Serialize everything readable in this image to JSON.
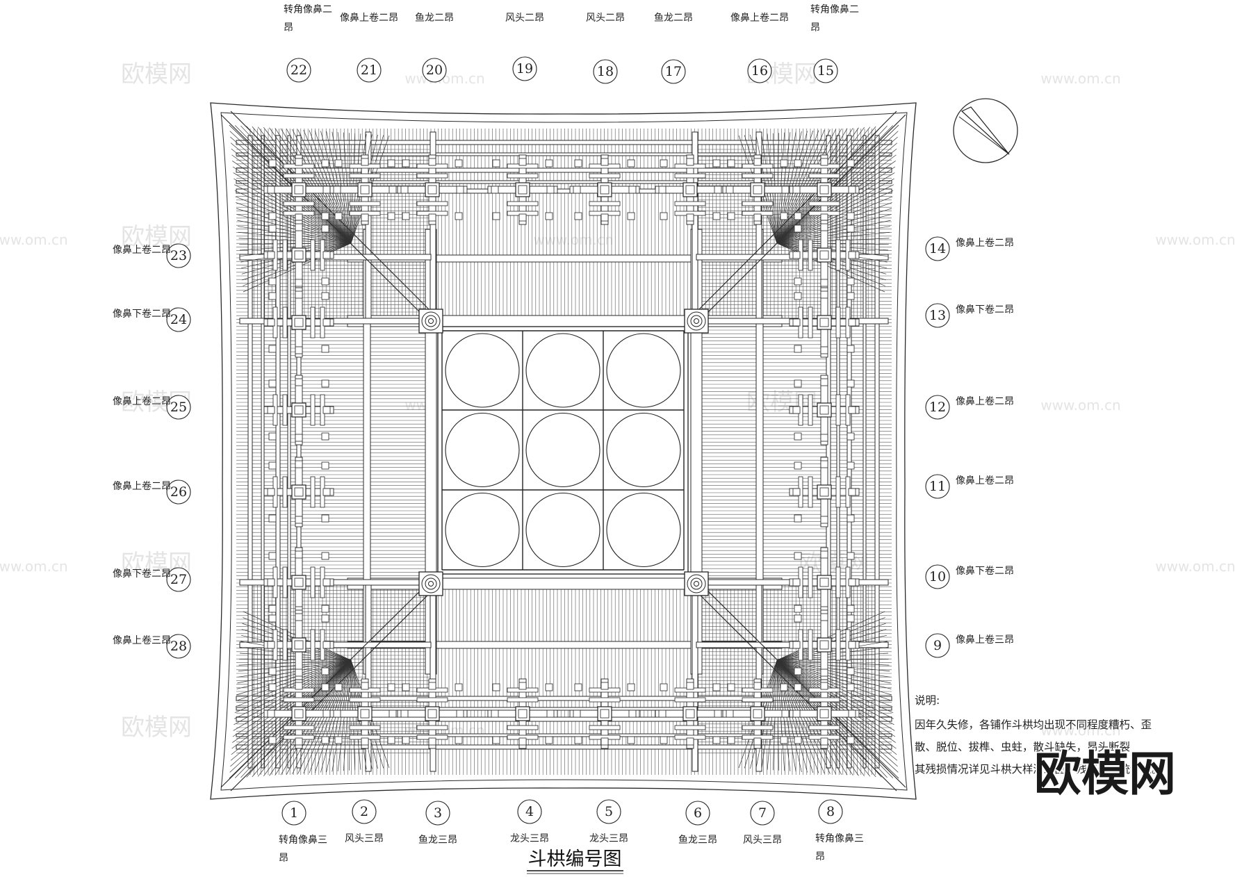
{
  "title": "斗栱编号图",
  "bracket_labels": [
    {
      "n": "1",
      "label": "转角像鼻三昂"
    },
    {
      "n": "2",
      "label": "风头三昂"
    },
    {
      "n": "3",
      "label": "鱼龙三昂"
    },
    {
      "n": "4",
      "label": "龙头三昂"
    },
    {
      "n": "5",
      "label": "龙头三昂"
    },
    {
      "n": "6",
      "label": "鱼龙三昂"
    },
    {
      "n": "7",
      "label": "风头三昂"
    },
    {
      "n": "8",
      "label": "转角像鼻三昂"
    },
    {
      "n": "9",
      "label": "像鼻上卷三昂"
    },
    {
      "n": "10",
      "label": "像鼻下卷二昂"
    },
    {
      "n": "11",
      "label": "像鼻上卷二昂"
    },
    {
      "n": "12",
      "label": "像鼻上卷二昂"
    },
    {
      "n": "13",
      "label": "像鼻下卷二昂"
    },
    {
      "n": "14",
      "label": "像鼻上卷二昂"
    },
    {
      "n": "15",
      "label": "转角像鼻二昂"
    },
    {
      "n": "16",
      "label": "像鼻上卷二昂"
    },
    {
      "n": "17",
      "label": "鱼龙二昂"
    },
    {
      "n": "18",
      "label": "风头二昂"
    },
    {
      "n": "19",
      "label": "风头二昂"
    },
    {
      "n": "20",
      "label": "鱼龙二昂"
    },
    {
      "n": "21",
      "label": "像鼻上卷二昂"
    },
    {
      "n": "22",
      "label": "转角像鼻二昂"
    },
    {
      "n": "23",
      "label": "像鼻上卷二昂"
    },
    {
      "n": "24",
      "label": "像鼻下卷二昂"
    },
    {
      "n": "25",
      "label": "像鼻上卷二昂"
    },
    {
      "n": "26",
      "label": "像鼻上卷二昂"
    },
    {
      "n": "27",
      "label": "像鼻下卷二昂"
    },
    {
      "n": "28",
      "label": "像鼻上卷三昂"
    }
  ],
  "notes": {
    "heading": "说明:",
    "lines": [
      "因年久失修，各铺作斗栱均出现不同程度糟朽、歪",
      "散、脱位、拔榫、虫蛀，散斗缺失，昂头断裂",
      "其残损情况详见斗栱大样测绘图，残损情况统计表。"
    ]
  },
  "watermark": {
    "logo": "欧模网",
    "url": "www.om.cn"
  }
}
